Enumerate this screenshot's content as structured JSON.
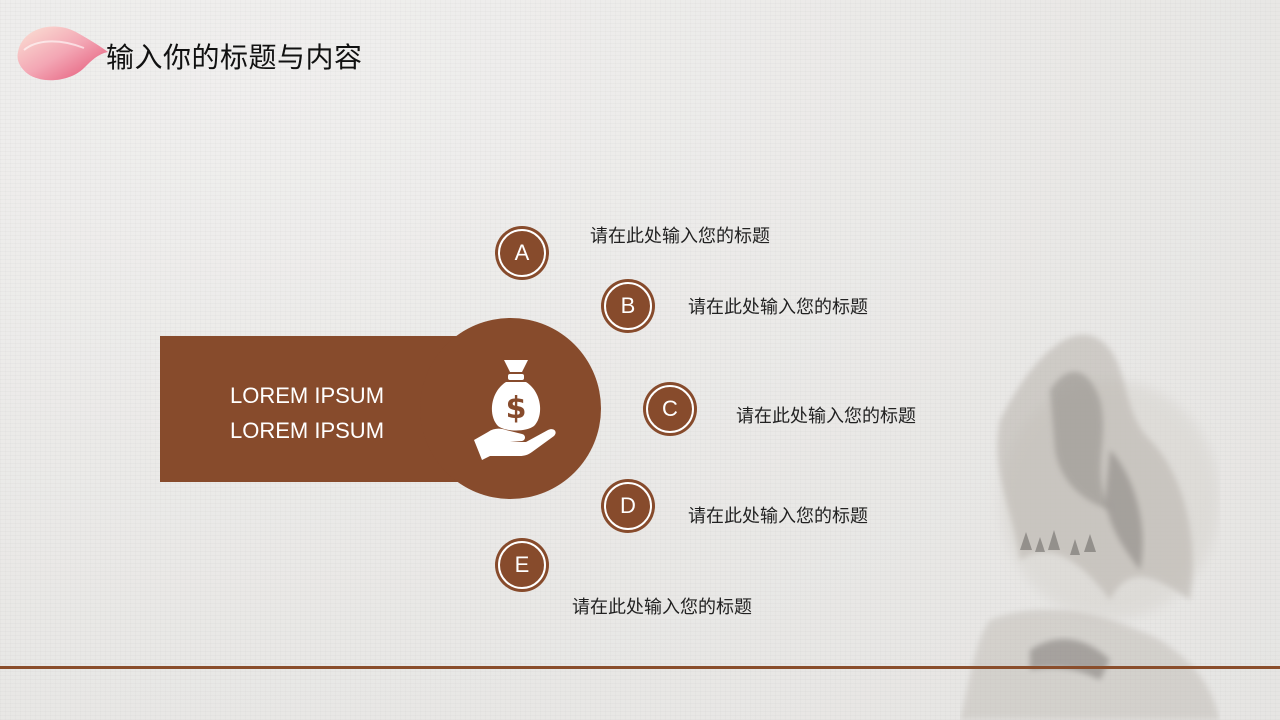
{
  "slide": {
    "title": "输入你的标题与内容",
    "center": {
      "line1": "LOREM IPSUM",
      "line2": "LOREM IPSUM",
      "icon": "money-bag-hand-icon"
    },
    "items": [
      {
        "letter": "A",
        "text": "请在此处输入您的标题"
      },
      {
        "letter": "B",
        "text": "请在此处输入您的标题"
      },
      {
        "letter": "C",
        "text": "请在此处输入您的标题"
      },
      {
        "letter": "D",
        "text": "请在此处输入您的标题"
      },
      {
        "letter": "E",
        "text": "请在此处输入您的标题"
      }
    ]
  },
  "colors": {
    "accent_brown": "#874b2c",
    "background": "#ecebea",
    "petal_pink": "#e86a86"
  }
}
